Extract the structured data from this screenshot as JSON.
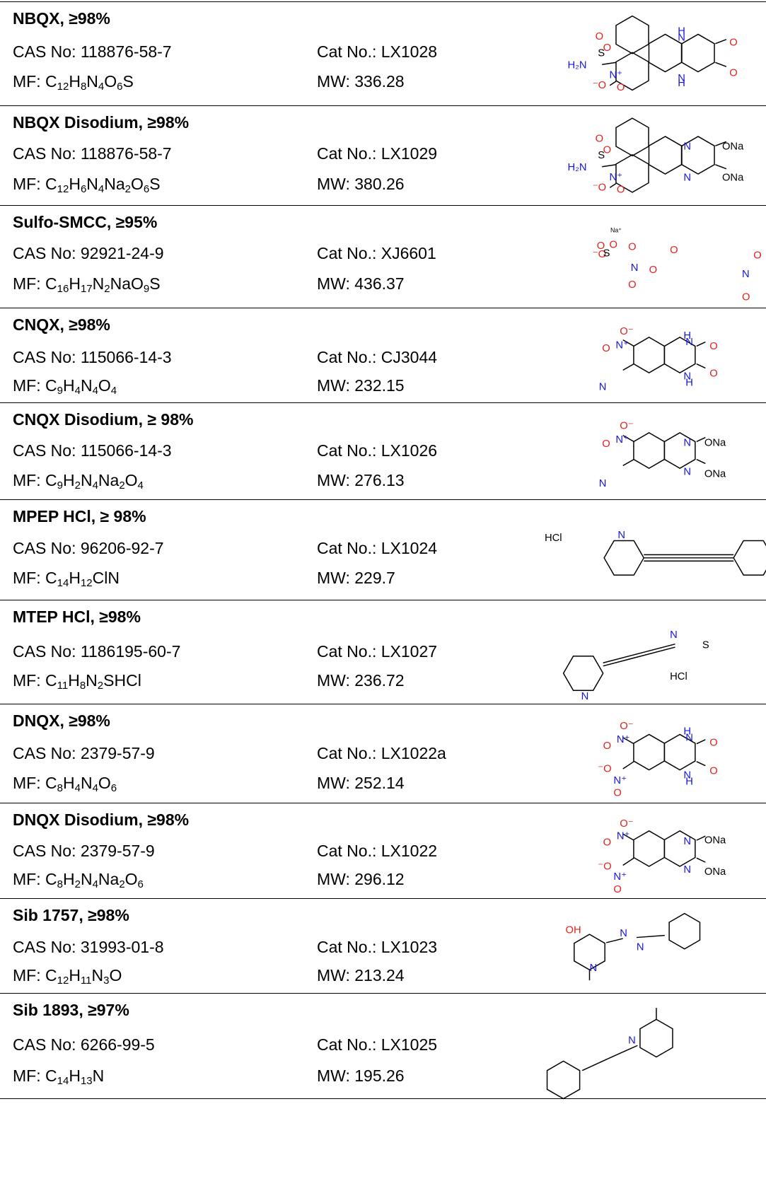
{
  "products": [
    {
      "name": "NBQX, ≥98%",
      "cas_label": "CAS No:",
      "cas": "118876-58-7",
      "cat_label": "Cat No.:",
      "cat": "LX1028",
      "mf_label": "MF:",
      "mf": [
        [
          "C",
          "12"
        ],
        [
          "H",
          "8"
        ],
        [
          "N",
          "4"
        ],
        [
          "O",
          "6"
        ],
        [
          "S",
          ""
        ]
      ],
      "mw_label": "MW:",
      "mw": "336.28",
      "structure": "nbqx"
    },
    {
      "name": "NBQX Disodium, ≥98%",
      "cas_label": "CAS No:",
      "cas": "118876-58-7",
      "cat_label": "Cat No.:",
      "cat": "LX1029",
      "mf_label": "MF:",
      "mf": [
        [
          "C",
          "12"
        ],
        [
          "H",
          "6"
        ],
        [
          "N",
          "4"
        ],
        [
          "Na",
          "2"
        ],
        [
          "O",
          "6"
        ],
        [
          "S",
          ""
        ]
      ],
      "mw_label": "MW:",
      "mw": "380.26",
      "structure": "nbqx_na"
    },
    {
      "name": "Sulfo-SMCC, ≥95%",
      "cas_label": "CAS No:",
      "cas": "92921-24-9",
      "cat_label": "Cat No.:",
      "cat": "XJ6601",
      "mf_label": "MF:",
      "mf": [
        [
          "C",
          "16"
        ],
        [
          "H",
          "17"
        ],
        [
          "N",
          "2"
        ],
        [
          "NaO",
          "9"
        ],
        [
          "S",
          ""
        ]
      ],
      "mw_label": "MW:",
      "mw": "436.37",
      "structure": "smcc"
    },
    {
      "name": "CNQX, ≥98%",
      "cas_label": "CAS No:",
      "cas": "115066-14-3",
      "cat_label": "Cat No.:",
      "cat": "CJ3044",
      "mf_label": "MF:",
      "mf": [
        [
          "C",
          "9"
        ],
        [
          "H",
          "4"
        ],
        [
          "N",
          "4"
        ],
        [
          "O",
          "4"
        ]
      ],
      "mw_label": "MW:",
      "mw": "232.15",
      "structure": "cnqx"
    },
    {
      "name": "CNQX Disodium, ≥ 98%",
      "cas_label": "CAS No:",
      "cas": "115066-14-3",
      "cat_label": "Cat No.:",
      "cat": "LX1026",
      "mf_label": "MF:",
      "mf": [
        [
          "C",
          "9"
        ],
        [
          "H",
          "2"
        ],
        [
          "N",
          "4"
        ],
        [
          "Na",
          "2"
        ],
        [
          "O",
          "4"
        ]
      ],
      "mw_label": "MW:",
      "mw": "276.13",
      "structure": "cnqx_na"
    },
    {
      "name": "MPEP HCl, ≥ 98%",
      "cas_label": "CAS No:",
      "cas": "96206-92-7",
      "cat_label": "Cat No.:",
      "cat": "LX1024",
      "mf_label": "MF:",
      "mf": [
        [
          "C",
          "14"
        ],
        [
          "H",
          "12"
        ],
        [
          "ClN",
          ""
        ]
      ],
      "mw_label": "MW:",
      "mw": "229.7",
      "structure": "mpep"
    },
    {
      "name": "MTEP HCl, ≥98%",
      "cas_label": "CAS No:",
      "cas": "1186195-60-7",
      "cat_label": "Cat No.:",
      "cat": "LX1027",
      "mf_label": "MF:",
      "mf": [
        [
          "C",
          "11"
        ],
        [
          "H",
          "8"
        ],
        [
          "N",
          "2"
        ],
        [
          "SHCl",
          ""
        ]
      ],
      "mw_label": "MW:",
      "mw": "236.72",
      "structure": "mtep"
    },
    {
      "name": "DNQX, ≥98%",
      "cas_label": "CAS No:",
      "cas": "2379-57-9",
      "cat_label": "Cat No.:",
      "cat": "LX1022a",
      "mf_label": "MF:",
      "mf": [
        [
          "C",
          "8"
        ],
        [
          "H",
          "4"
        ],
        [
          "N",
          "4"
        ],
        [
          "O",
          "6"
        ]
      ],
      "mw_label": "MW:",
      "mw": "252.14",
      "structure": "dnqx"
    },
    {
      "name": "DNQX Disodium, ≥98%",
      "cas_label": "CAS No:",
      "cas": "2379-57-9",
      "cat_label": "Cat No.:",
      "cat": "LX1022",
      "mf_label": "MF:",
      "mf": [
        [
          "C",
          "8"
        ],
        [
          "H",
          "2"
        ],
        [
          "N",
          "4"
        ],
        [
          "Na",
          "2"
        ],
        [
          "O",
          "6"
        ]
      ],
      "mw_label": "MW:",
      "mw": "296.12",
      "structure": "dnqx_na"
    },
    {
      "name": "Sib 1757, ≥98%",
      "cas_label": "CAS No:",
      "cas": "31993-01-8",
      "cat_label": "Cat No.:",
      "cat": "LX1023",
      "mf_label": "MF:",
      "mf": [
        [
          "C",
          "12"
        ],
        [
          "H",
          "11"
        ],
        [
          "N",
          "3"
        ],
        [
          "O",
          ""
        ]
      ],
      "mw_label": "MW:",
      "mw": "213.24",
      "structure": "sib1757"
    },
    {
      "name": "Sib 1893, ≥97%",
      "cas_label": "CAS No:",
      "cas": "6266-99-5",
      "cat_label": "Cat No.:",
      "cat": "LX1025",
      "mf_label": "MF:",
      "mf": [
        [
          "C",
          "14"
        ],
        [
          "H",
          "13"
        ],
        [
          "N",
          ""
        ]
      ],
      "mw_label": "MW:",
      "mw": "195.26",
      "structure": "sib1893"
    }
  ],
  "structure_labels": {
    "nbqx": [
      "O",
      "S",
      "H₂N",
      "O",
      "N⁺",
      "O",
      "⁻O",
      "H",
      "N",
      "N",
      "H",
      "O",
      "O"
    ],
    "nbqx_na": [
      "O",
      "S",
      "H₂N",
      "O",
      "N⁺",
      "O",
      "⁻O",
      "N",
      "N",
      "ONa",
      "ONa"
    ],
    "smcc": [
      "Na⁺",
      "⁻O",
      "S",
      "O",
      "O",
      "O",
      "N",
      "O",
      "O",
      "O",
      "N",
      "O",
      "O"
    ],
    "cnqx": [
      "O⁻",
      "N⁺",
      "O",
      "H",
      "N",
      "N",
      "H",
      "N",
      "O",
      "O"
    ],
    "cnqx_na": [
      "O⁻",
      "N⁺",
      "O",
      "N",
      "N",
      "N",
      "ONa",
      "ONa"
    ],
    "mpep": [
      "HCl",
      "N"
    ],
    "mtep": [
      "N",
      "S",
      "HCl",
      "N"
    ],
    "dnqx": [
      "O⁻",
      "N⁺",
      "O",
      "⁻O",
      "N⁺",
      "O",
      "H",
      "N",
      "N",
      "H",
      "O",
      "O"
    ],
    "dnqx_na": [
      "O⁻",
      "N⁺",
      "O",
      "⁻O",
      "N⁺",
      "O",
      "N",
      "N",
      "ONa",
      "ONa"
    ],
    "sib1757": [
      "OH",
      "N",
      "N",
      "N"
    ],
    "sib1893": [
      "N"
    ]
  },
  "colors": {
    "heteroatom_red": "#e0201b",
    "heteroatom_blue": "#1515e0",
    "bond": "#000000"
  }
}
